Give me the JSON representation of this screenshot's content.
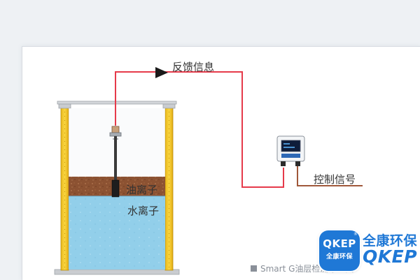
{
  "labels": {
    "feedback": "反馈信息",
    "control_signal": "控制信号",
    "oil_ion": "油离子",
    "water_ion": "水离子"
  },
  "caption": "Smart G油层检测原理图",
  "logo": {
    "badge_text": "QKEP",
    "badge_subtext": "全康环保",
    "name_cn": "全康环保",
    "name_en": "QKEP"
  },
  "colors": {
    "signal_wire": "#e63a4a",
    "control_wire": "#a0583a",
    "tank_frame": "#f5c629",
    "water": "#8fcde9",
    "oil": "#8c5232",
    "brand_blue": "#1f78d6"
  }
}
